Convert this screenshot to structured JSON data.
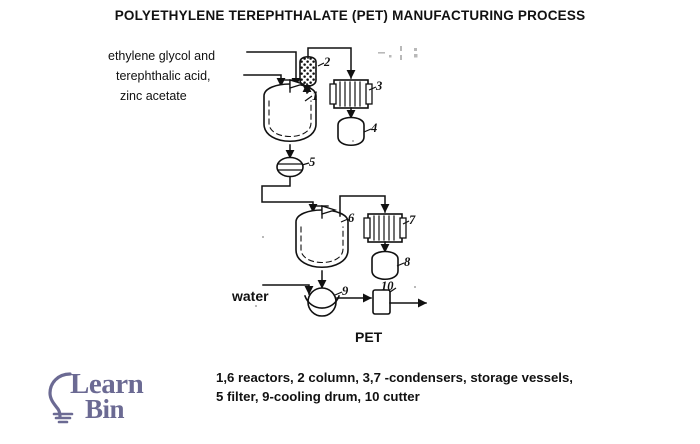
{
  "page": {
    "title": "POLYETHYLENE TEREPHTHALATE (PET) MANUFACTURING PROCESS",
    "background_color": "#ffffff",
    "ink_color": "#111111"
  },
  "diagram": {
    "type": "process-flow-diagram",
    "feed_label": {
      "line1": "ethylene glycol and",
      "line2": "terephthalic acid,",
      "line3": "zinc acetate"
    },
    "water_label": "water",
    "product_label": "PET",
    "equipment": [
      {
        "number": "1",
        "name": "reactor",
        "shape": "stirred-reactor-jacketed"
      },
      {
        "number": "2",
        "name": "column",
        "shape": "packed-column-capsule"
      },
      {
        "number": "3",
        "name": "condenser",
        "shape": "shell-and-tube-box"
      },
      {
        "number": "4",
        "name": "storage vessel",
        "shape": "rounded-vessel"
      },
      {
        "number": "5",
        "name": "filter",
        "shape": "circle-with-bar"
      },
      {
        "number": "6",
        "name": "reactor",
        "shape": "stirred-reactor-jacketed"
      },
      {
        "number": "7",
        "name": "condenser",
        "shape": "shell-and-tube-box"
      },
      {
        "number": "8",
        "name": "storage vessel",
        "shape": "rounded-vessel"
      },
      {
        "number": "9",
        "name": "cooling drum",
        "shape": "drum-with-trough"
      },
      {
        "number": "10",
        "name": "cutter",
        "shape": "small-rectangle"
      }
    ],
    "legend": {
      "line1": "1,6 reactors,  2 column,  3,7 -condensers, storage vessels,",
      "line2": "5 filter, 9-cooling drum, 10 cutter"
    }
  },
  "logo": {
    "word1": "Learn",
    "word2": "Bin",
    "icon": "lightbulb-icon",
    "color": "#6b6a93"
  }
}
